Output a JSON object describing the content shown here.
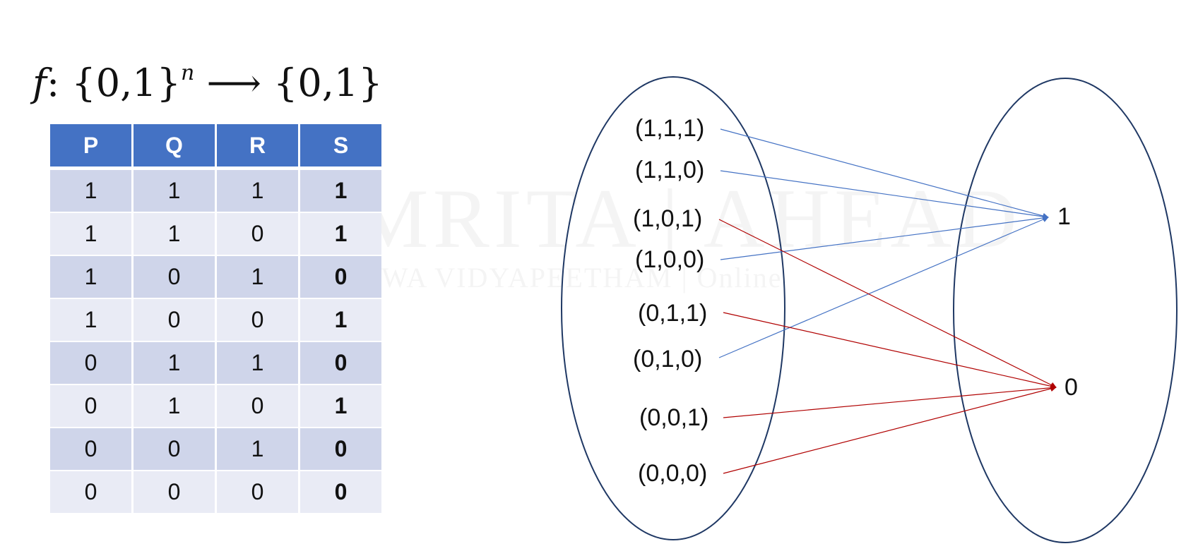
{
  "formula": {
    "f": "f",
    "domain": ": {0,1}",
    "exponent": "n",
    "arrow": " ⟶ ",
    "codomain": "{0,1}"
  },
  "watermark": {
    "main": "MRITA | AHEAD",
    "sub": "WA VIDYAPEETHAM | Online"
  },
  "truth_table": {
    "headers": [
      "P",
      "Q",
      "R",
      "S"
    ],
    "rows": [
      [
        "1",
        "1",
        "1",
        "1"
      ],
      [
        "1",
        "1",
        "0",
        "1"
      ],
      [
        "1",
        "0",
        "1",
        "0"
      ],
      [
        "1",
        "0",
        "0",
        "1"
      ],
      [
        "0",
        "1",
        "1",
        "0"
      ],
      [
        "0",
        "1",
        "0",
        "1"
      ],
      [
        "0",
        "0",
        "1",
        "0"
      ],
      [
        "0",
        "0",
        "0",
        "0"
      ]
    ]
  },
  "mapping": {
    "domain_tuples": [
      "(1,1,1)",
      "(1,1,0)",
      "(1,0,1)",
      "(1,0,0)",
      "(0,1,1)",
      "(0,1,0)",
      "(0,0,1)",
      "(0,0,0)"
    ],
    "codomain": [
      "1",
      "0"
    ],
    "arrows_to_1": [
      "(1,1,1)",
      "(1,1,0)",
      "(1,0,0)",
      "(0,1,0)"
    ],
    "arrows_to_0": [
      "(1,0,1)",
      "(0,1,1)",
      "(0,0,1)",
      "(0,0,0)"
    ],
    "colors": {
      "to_1": "#4472c4",
      "to_0": "#b00000",
      "ellipse": "#1f3864",
      "header": "#4472c4"
    }
  }
}
